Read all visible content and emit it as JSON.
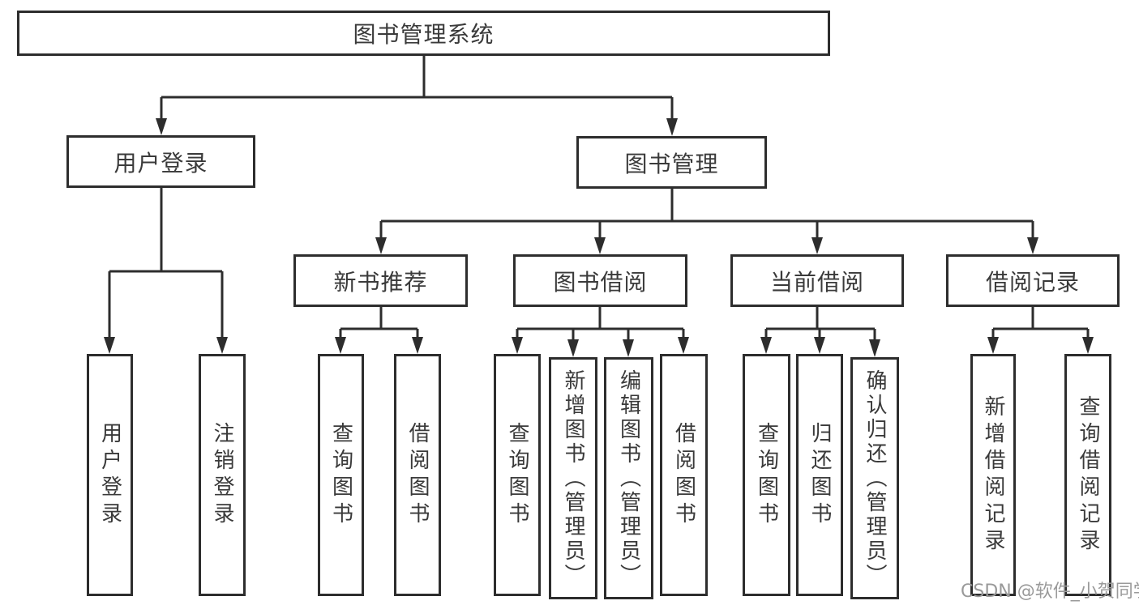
{
  "diagram": {
    "title": "图书管理系统",
    "branches": [
      {
        "label": "用户登录",
        "children": [
          "用户登录",
          "注销登录"
        ]
      },
      {
        "label": "图书管理",
        "sections": [
          {
            "label": "新书推荐",
            "children": [
              "查询图书",
              "借阅图书"
            ]
          },
          {
            "label": "图书借阅",
            "children": [
              "查询图书",
              "新增图书（管理员）",
              "编辑图书（管理员）",
              "借阅图书"
            ]
          },
          {
            "label": "当前借阅",
            "children": [
              "查询图书",
              "归还图书",
              "确认归还（管理员）"
            ]
          },
          {
            "label": "借阅记录",
            "children": [
              "新增借阅记录",
              "查询借阅记录"
            ]
          }
        ]
      }
    ]
  },
  "watermark": {
    "text": "CSDN @软件_小贺同学"
  },
  "colors": {
    "line": "#2d2d2d",
    "box_border": "#2d2d2d",
    "text": "#3a3a3a",
    "watermark": "#9a9a9a",
    "background": "#ffffff"
  }
}
